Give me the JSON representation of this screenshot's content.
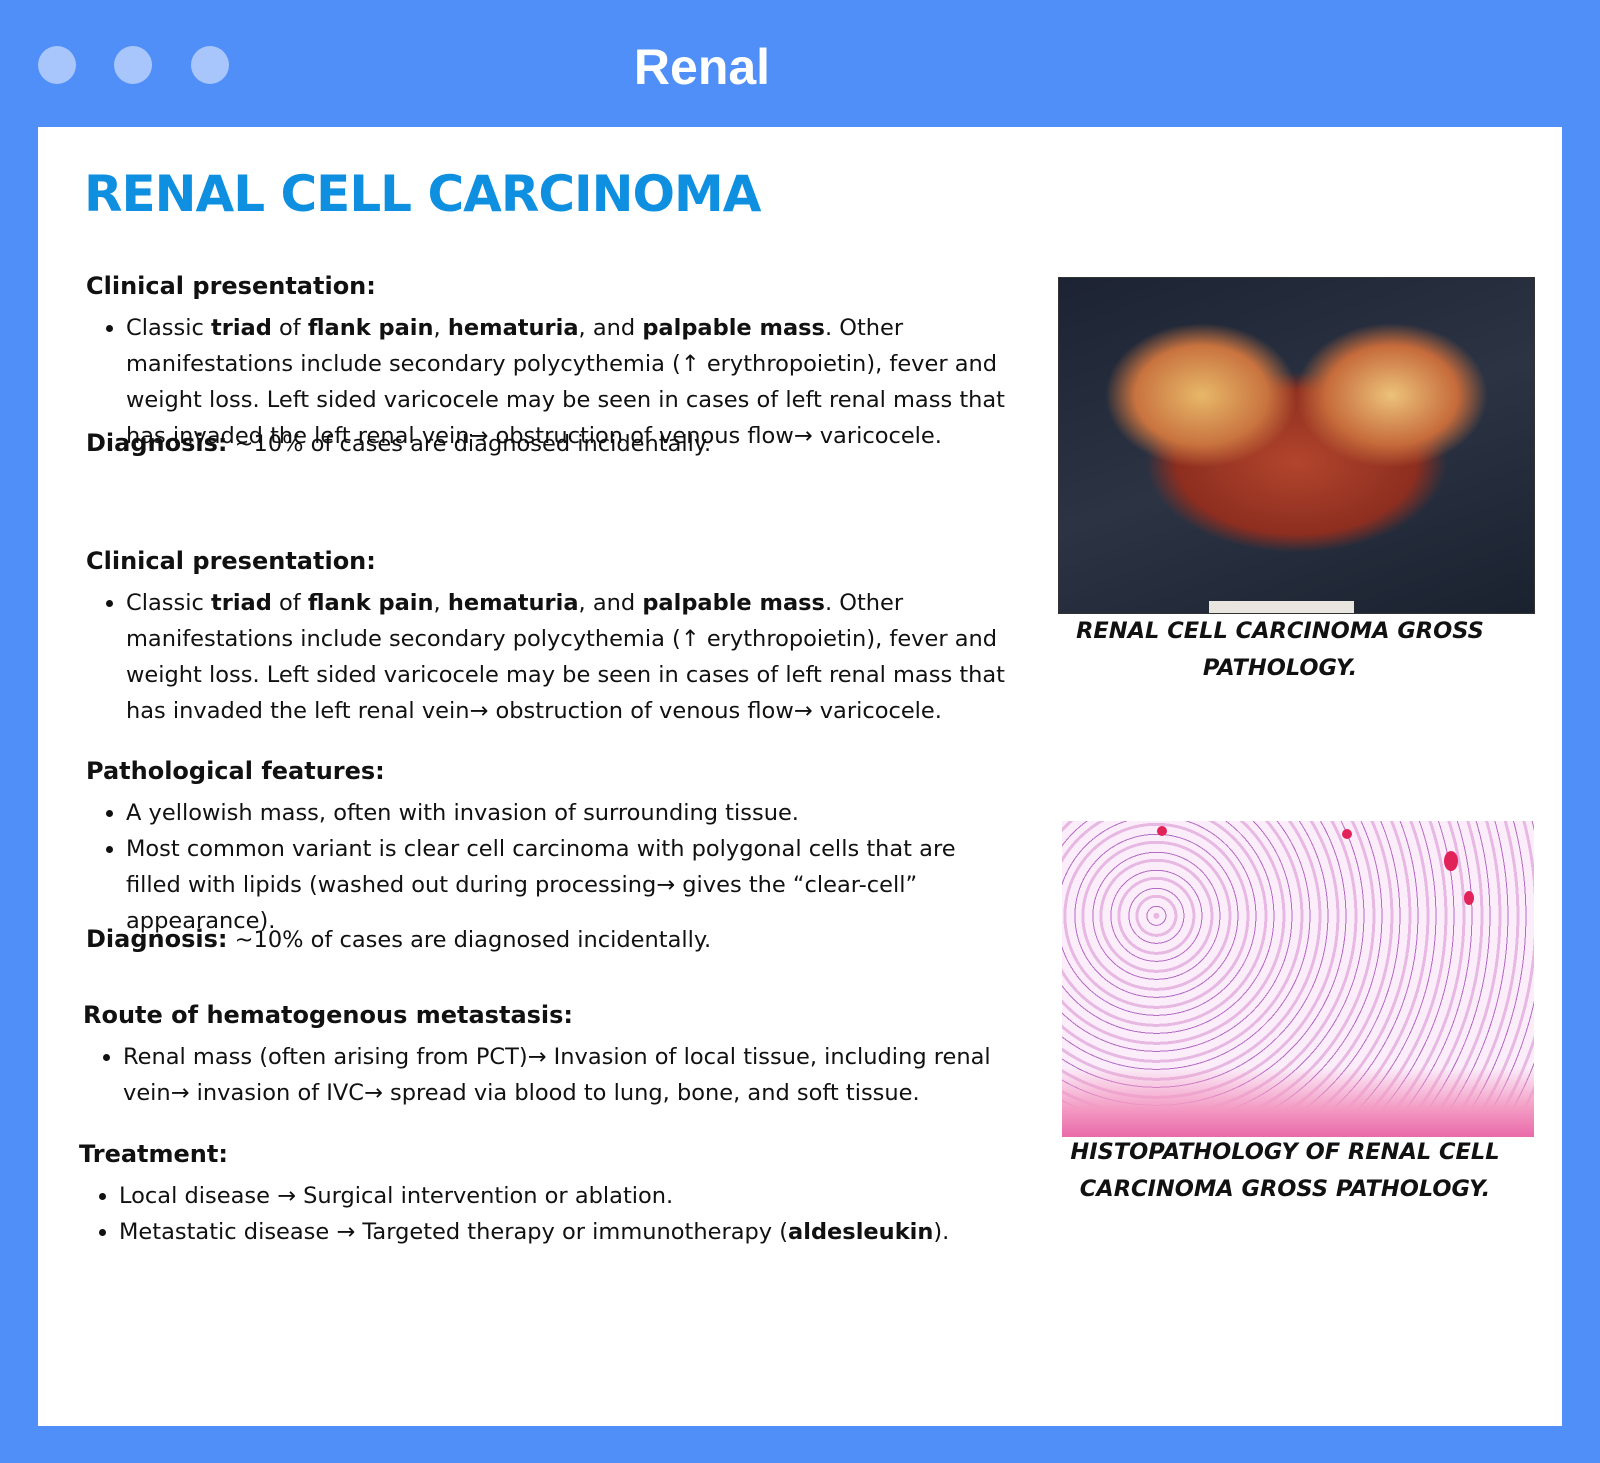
{
  "window": {
    "title": "Renal"
  },
  "page": {
    "title": "RENAL CELL CARCINOMA"
  },
  "clinical_1": {
    "heading": "Clinical presentation:",
    "b1_1": "Classic ",
    "b1_2": "triad",
    "b1_3": " of ",
    "b1_4": "flank pain",
    "b1_5": ", ",
    "b1_6": "hematuria",
    "b1_7": ", and ",
    "b1_8": "palpable mass",
    "b1_9": ". Other manifestations include secondary polycythemia (↑ erythropoietin), fever and weight loss. Left sided varicocele may be seen in cases of left renal mass that has invaded the left renal vein→ obstruction of venous flow→  varicocele."
  },
  "diagnosis_1": {
    "label": "Diagnosis:",
    "text": " ~10% of cases are diagnosed incidentally."
  },
  "clinical_2": {
    "heading": "Clinical presentation:",
    "b1_1": "Classic ",
    "b1_2": "triad",
    "b1_3": " of ",
    "b1_4": "flank pain",
    "b1_5": ", ",
    "b1_6": "hematuria",
    "b1_7": ", and ",
    "b1_8": "palpable mass",
    "b1_9": ". Other manifestations include secondary polycythemia (↑ erythropoietin), fever and weight loss. Left sided varicocele may be seen in cases of left renal mass that has invaded the left renal vein→ obstruction of venous flow→  varicocele."
  },
  "pathology": {
    "heading": "Pathological features:",
    "items": [
      "A yellowish mass, often with invasion of surrounding tissue.",
      "Most common variant is clear cell carcinoma with polygonal cells that are filled with lipids (washed out during processing→ gives the “clear-cell” appearance)."
    ]
  },
  "diagnosis_2": {
    "label": "Diagnosis:",
    "text": " ~10% of cases are diagnosed incidentally."
  },
  "metastasis": {
    "heading": "Route of hematogenous metastasis:",
    "items": [
      "Renal mass (often arising from PCT)→  Invasion of local tissue, including renal vein→  invasion of IVC→ spread via blood to lung, bone, and soft tissue."
    ]
  },
  "treatment": {
    "heading": "Treatment:",
    "item1": "Local disease → Surgical intervention or ablation.",
    "item2_1": "Metastatic disease →  Targeted therapy or immunotherapy (",
    "item2_2": "aldesleukin",
    "item2_3": ")."
  },
  "figures": {
    "gross_caption": "RENAL CELL CARCINOMA GROSS PATHOLOGY.",
    "histo_caption_1": "HISTOPATHOLOGY OF RENAL CELL",
    "histo_caption_2": "CARCINOMA GROSS PATHOLOGY."
  },
  "colors": {
    "frame": "#4f8ff7",
    "title": "#0e8fe0",
    "window_dots": "#a8c6fb"
  }
}
